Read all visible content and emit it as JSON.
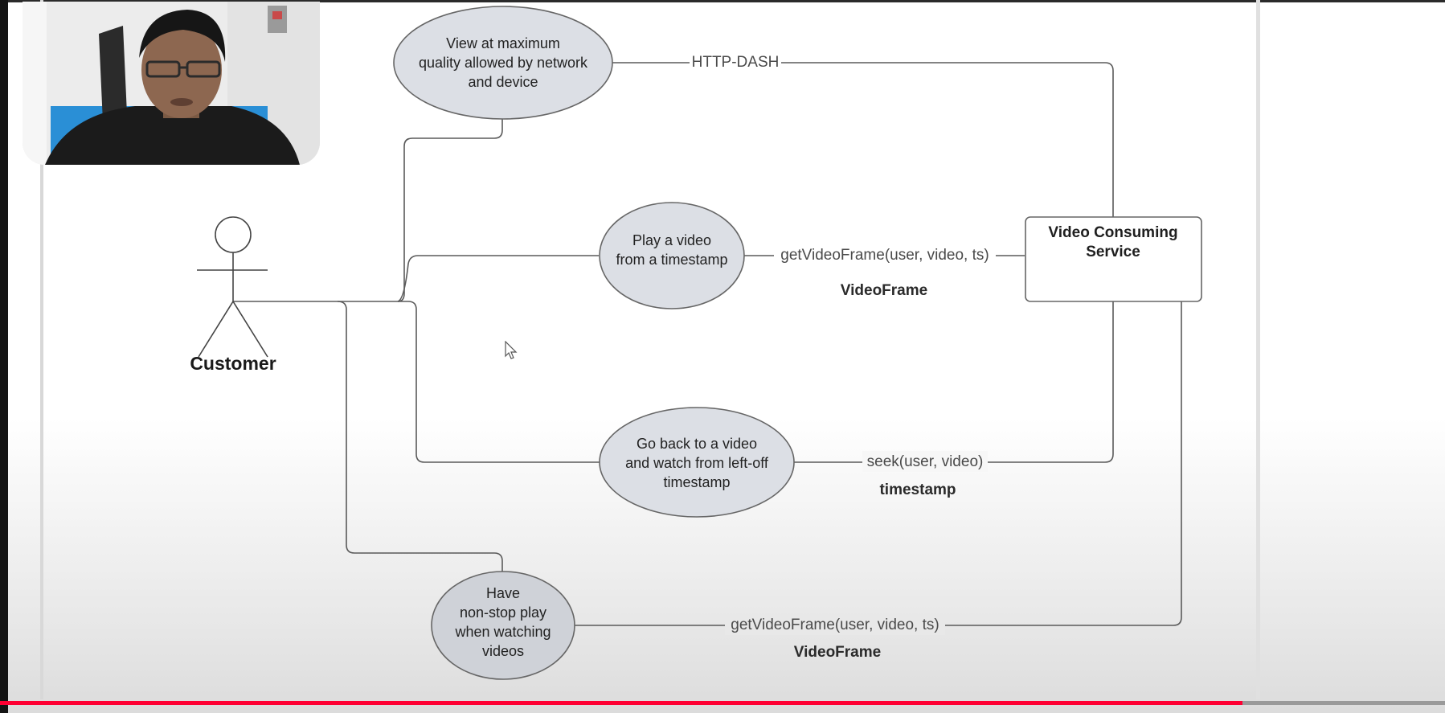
{
  "diagram": {
    "actor": {
      "label": "Customer"
    },
    "use_cases": {
      "view_quality": [
        "View at maximum",
        "quality allowed by network",
        "and device"
      ],
      "play_timestamp": [
        "Play a video",
        "from a timestamp"
      ],
      "go_back": [
        "Go back to a video",
        "and watch from left-off",
        "timestamp"
      ],
      "non_stop": [
        "Have",
        "non-stop play",
        "when watching",
        "videos"
      ]
    },
    "service": {
      "label": [
        "Video Consuming",
        "Service"
      ]
    },
    "edges": {
      "http_dash": "HTTP-DASH",
      "get_frame_1": "getVideoFrame(user, video, ts)",
      "returns_1": "VideoFrame",
      "seek": "seek(user, video)",
      "returns_seek": "timestamp",
      "get_frame_2": "getVideoFrame(user, video, ts)",
      "returns_2": "VideoFrame"
    }
  },
  "player": {
    "progress": 0.86
  },
  "colors": {
    "ellipse_fill": "#dcdfe5",
    "line": "#5a5a5a",
    "progress": "#ff0033"
  }
}
